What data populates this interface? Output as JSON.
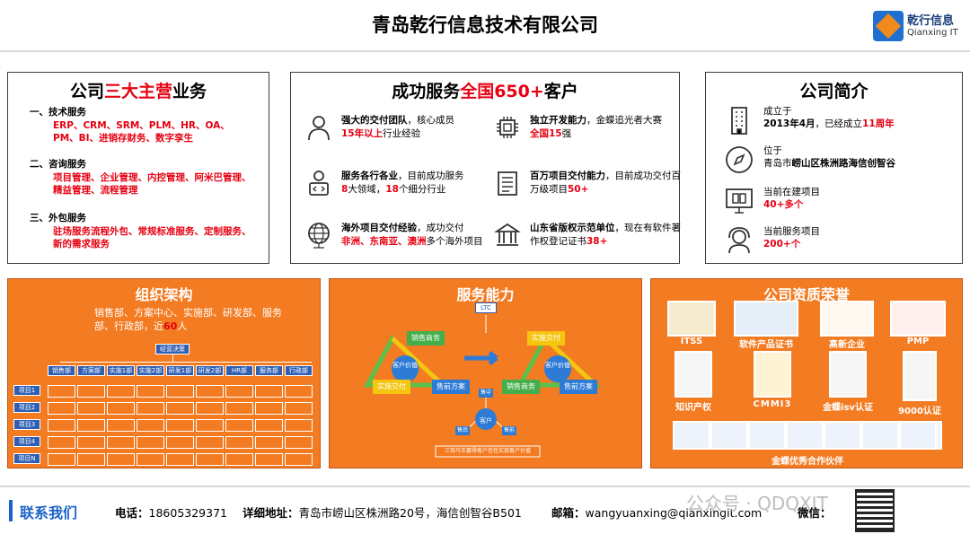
{
  "header": {
    "title": "青岛乾行信息技术有限公司",
    "logo_cn": "乾行信息",
    "logo_en": "Qianxing IT"
  },
  "services": {
    "title_pre": "公司",
    "title_red": "三大主营",
    "title_post": "业务",
    "items": [
      {
        "head": "一、技术服务",
        "detail": "ERP、CRM、SRM、PLM、HR、OA、PM、BI、进销存财务、数字孪生"
      },
      {
        "head": "二、咨询服务",
        "detail": "项目管理、企业管理、内控管理、阿米巴管理、精益管理、流程管理"
      },
      {
        "head": "三、外包服务",
        "detail": "驻场服务流程外包、常规标准服务、定制服务、新的需求服务"
      }
    ]
  },
  "clients": {
    "title_pre": "成功服务",
    "title_red": "全国650+",
    "title_post": "客户",
    "cells": [
      {
        "a": "强大的交付团队",
        "b": "，核心成员",
        "c": "15年以上",
        "d": "行业经验"
      },
      {
        "a": "独立开发能力",
        "b": "，金蝶追光者大赛",
        "c": "全国15",
        "d": "强"
      },
      {
        "a": "服务各行各业",
        "b": "，目前成功服务",
        "c": "8",
        "d": "大领域，",
        "e": "18",
        "f": "个细分行业"
      },
      {
        "a": "百万项目交付能力",
        "b": "，目前成功交付百万级项目",
        "c": "50+",
        "d": ""
      },
      {
        "a": "海外项目交付经验",
        "b": "，成功交付",
        "c": "非洲、东南亚、澳洲",
        "d": "多个海外项目"
      },
      {
        "a": "山东省版权示范单位",
        "b": "，现在有软件著作权登记证书",
        "c": "38+",
        "d": ""
      }
    ]
  },
  "intro": {
    "title": "公司简介",
    "items": [
      {
        "l1": "成立于",
        "l2a": "2013年4月",
        "l2b": "，已经成立",
        "l2c": "11周年"
      },
      {
        "l1": "位于",
        "l2a": "青岛市",
        "l2b": "崂山区株洲路海信创智谷",
        "l2c": ""
      },
      {
        "l1": "当前在建项目",
        "l2a": "",
        "l2b": "",
        "l2c": "40+多个"
      },
      {
        "l1": "当前服务项目",
        "l2a": "",
        "l2b": "",
        "l2c": "200+个"
      }
    ]
  },
  "org": {
    "title": "组织架构",
    "sub_pre": "销售部、方案中心、实施部、研发部、服务部、行政部，近",
    "sub_num": "60",
    "sub_post": "人",
    "top": "经营决策",
    "depts": [
      "销售部",
      "方案部",
      "实施1部",
      "实施2部",
      "研发1部",
      "研发2部",
      "HR部",
      "服务部",
      "行政部"
    ],
    "projects": [
      "项目1",
      "项目2",
      "项目3",
      "项目4",
      "项目N"
    ]
  },
  "capability": {
    "title": "服务能力",
    "ltc": "LTC",
    "left": {
      "top": "销售商务",
      "center": "客户价值",
      "bl": "实施交付",
      "br": "售前方案"
    },
    "right": {
      "top": "实施交付",
      "center": "客户价值",
      "bl": "销售商务",
      "br": "售前方案"
    },
    "bottom": {
      "top": "售中",
      "center": "客户",
      "left": "售后",
      "right": "售前"
    },
    "caption": "三驾马车赢得客户信任实现客户价值"
  },
  "honors": {
    "title": "公司资质荣誉",
    "labels": [
      "ITSS",
      "软件产品证书",
      "高新企业",
      "PMP",
      "知识产权",
      "CMMI3",
      "金蝶isv认证",
      "9000认证",
      "金蝶优秀合作伙伴"
    ]
  },
  "footer": {
    "contact": "联系我们",
    "phone_k": "电话：",
    "phone_v": "18605329371",
    "addr_k": "详细地址：",
    "addr_v": "青岛市崂山区株洲路20号，海信创智谷B501",
    "mail_k": "邮箱：",
    "mail_v": "wangyuanxing@qianxingit.com",
    "wechat_k": "微信：",
    "watermark": "公众号 · QDQXIT"
  },
  "colors": {
    "accent_red": "#e60012",
    "orange": "#f37b22",
    "blue": "#1a63c8"
  }
}
